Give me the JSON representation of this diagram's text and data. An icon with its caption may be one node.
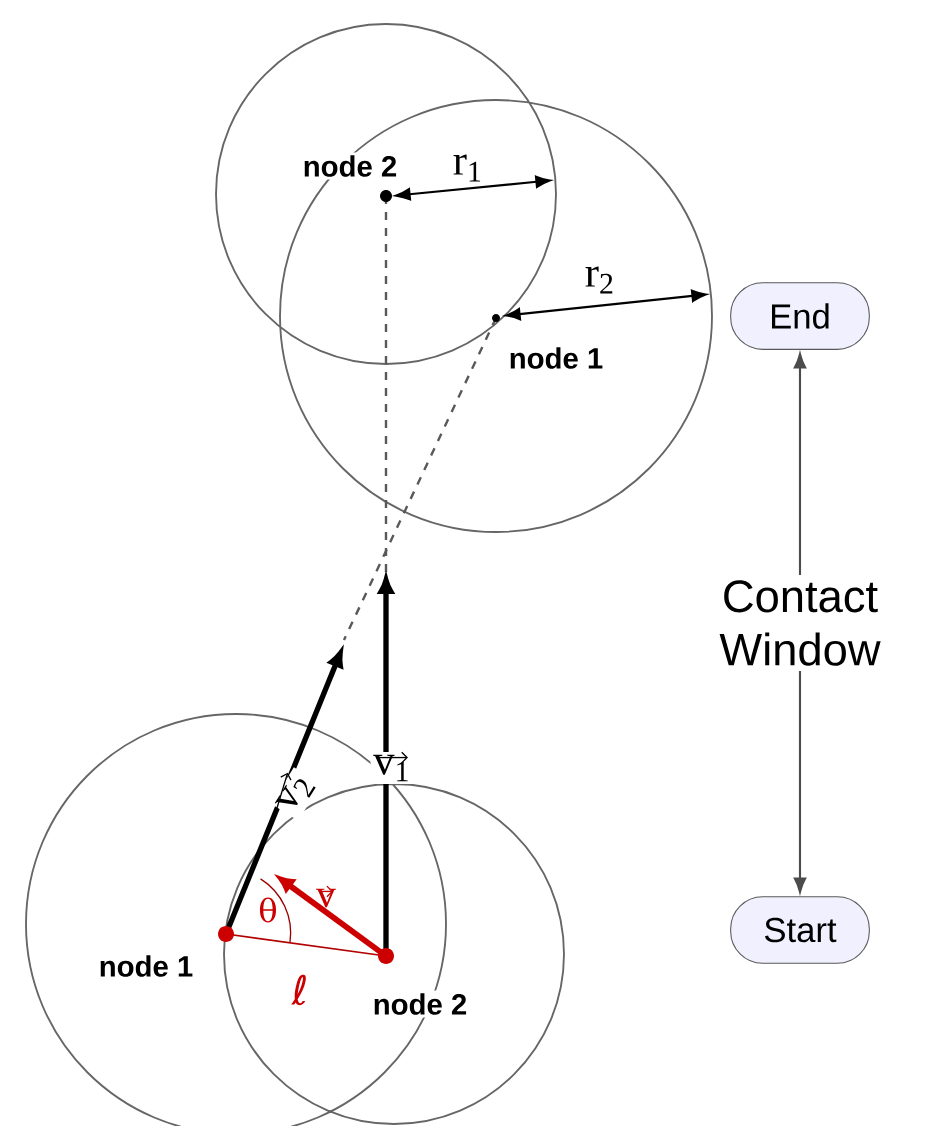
{
  "diagram": {
    "nodes": [
      {
        "text": [
          "End"
        ]
      },
      {
        "text": [
          "Start"
        ]
      }
    ],
    "edges": [
      {
        "from": 1,
        "to": 0,
        "arrow": "both",
        "label": "Contact Window"
      }
    ],
    "labels": [
      "node 2",
      "r$_{1}$",
      "r$_{2}$",
      "node 1",
      "v$_{2}$",
      "v$_{1}$",
      "θ",
      "v",
      "node 1",
      "ℓ",
      "node 2"
    ]
  }
}
